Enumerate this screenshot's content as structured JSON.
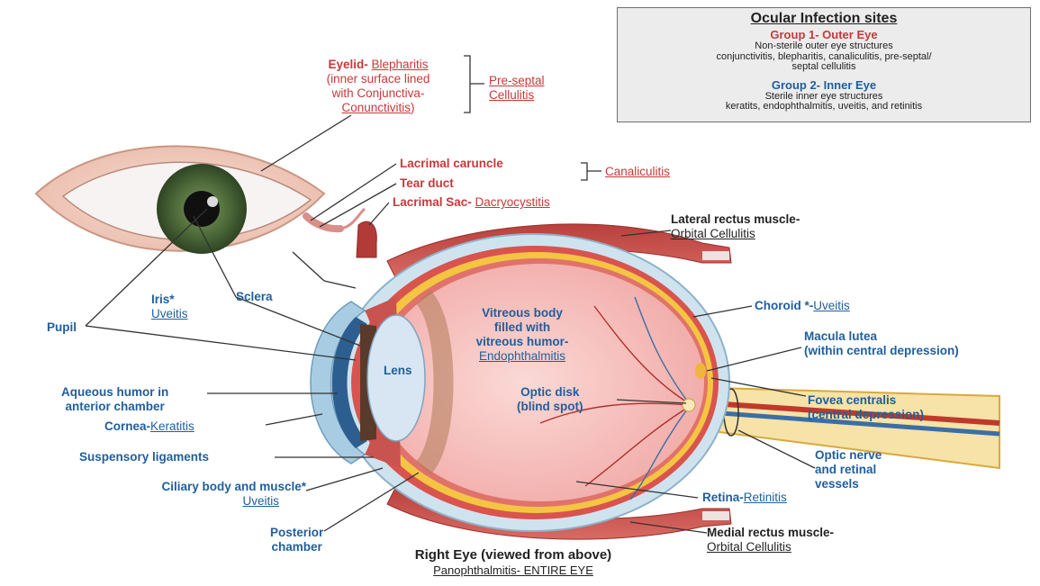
{
  "legend": {
    "title": "Ocular Infection sites",
    "group1": {
      "heading": "Group 1- Outer Eye",
      "line1": "Non-sterile outer eye structures",
      "line2": "conjunctivitis, blepharitis, canaliculitis, pre-septal/",
      "line3": "septal cellulitis",
      "color": "#c8383a"
    },
    "group2": {
      "heading": "Group 2- Inner Eye",
      "line1": "Sterile inner eye structures",
      "line2": "keratits, endophthalmitis, uveitis, and retinitis",
      "color": "#1f5e9c"
    }
  },
  "labels": {
    "eyelid": {
      "part": "Eyelid-",
      "infection": "Blepharitis",
      "line2": "(inner surface lined",
      "line3_pre": "with ",
      "line3_part": "Conjunctiva-",
      "line4": "Conunctivitis",
      "line4_close": ")"
    },
    "preseptal": {
      "line1": "Pre-septal",
      "line2": "Cellulitis"
    },
    "lacrimal_caruncle": "Lacrimal caruncle",
    "canaliculitis": "Canaliculitis",
    "tear_duct": "Tear duct",
    "lacrimal_sac": {
      "part": "Lacrimal Sac- ",
      "infection": "Dacryocystitis"
    },
    "lateral_rectus": {
      "part": "Lateral rectus muscle-",
      "infection": "Orbital Cellulitis"
    },
    "iris": {
      "part": "Iris*",
      "infection": "Uveitis"
    },
    "sclera": "Sclera",
    "pupil": "Pupil",
    "vitreous": {
      "line1": "Vitreous body",
      "line2": "filled with",
      "line3": "vitreous humor-",
      "infection": "Endophthalmitis"
    },
    "choroid": {
      "part": "Choroid *-",
      "infection": "Uveitis"
    },
    "macula": {
      "line1": "Macula lutea",
      "line2": "(within central depression)"
    },
    "fovea": {
      "line1": "Fovea centralis",
      "line2": "(central depression)"
    },
    "lens": "Lens",
    "aqueous": {
      "line1": "Aqueous humor in",
      "line2": "anterior chamber"
    },
    "optic_disk": {
      "line1": "Optic disk",
      "line2": "(blind spot)"
    },
    "cornea": {
      "part": "Cornea-",
      "infection": "Keratitis"
    },
    "suspensory": "Suspensory ligaments",
    "optic_nerve": {
      "line1": "Optic nerve",
      "line2": "and retinal",
      "line3": "vessels"
    },
    "ciliary": {
      "part": "Ciliary body and muscle*",
      "infection": "Uveitis"
    },
    "retina": {
      "part": "Retina-",
      "infection": "Retinitis"
    },
    "posterior": {
      "line1": "Posterior",
      "line2": "chamber"
    },
    "medial_rectus": {
      "part": "Medial rectus muscle-",
      "infection": "Orbital Cellulitis"
    },
    "caption": {
      "title": "Right Eye (viewed from above)",
      "subtitle": "Panophthalmitis- ENTIRE EYE"
    }
  },
  "colors": {
    "outer_label": "#c8383a",
    "inner_label": "#1f5e9c",
    "sclera_blue": "#cfe3ef",
    "choroid_red": "#d9534f",
    "retina_yellow": "#f4c542",
    "vitreous_pink": "#f6c6c4",
    "muscle_red": "#c9534f",
    "iris_green": "#4e6a3a"
  }
}
